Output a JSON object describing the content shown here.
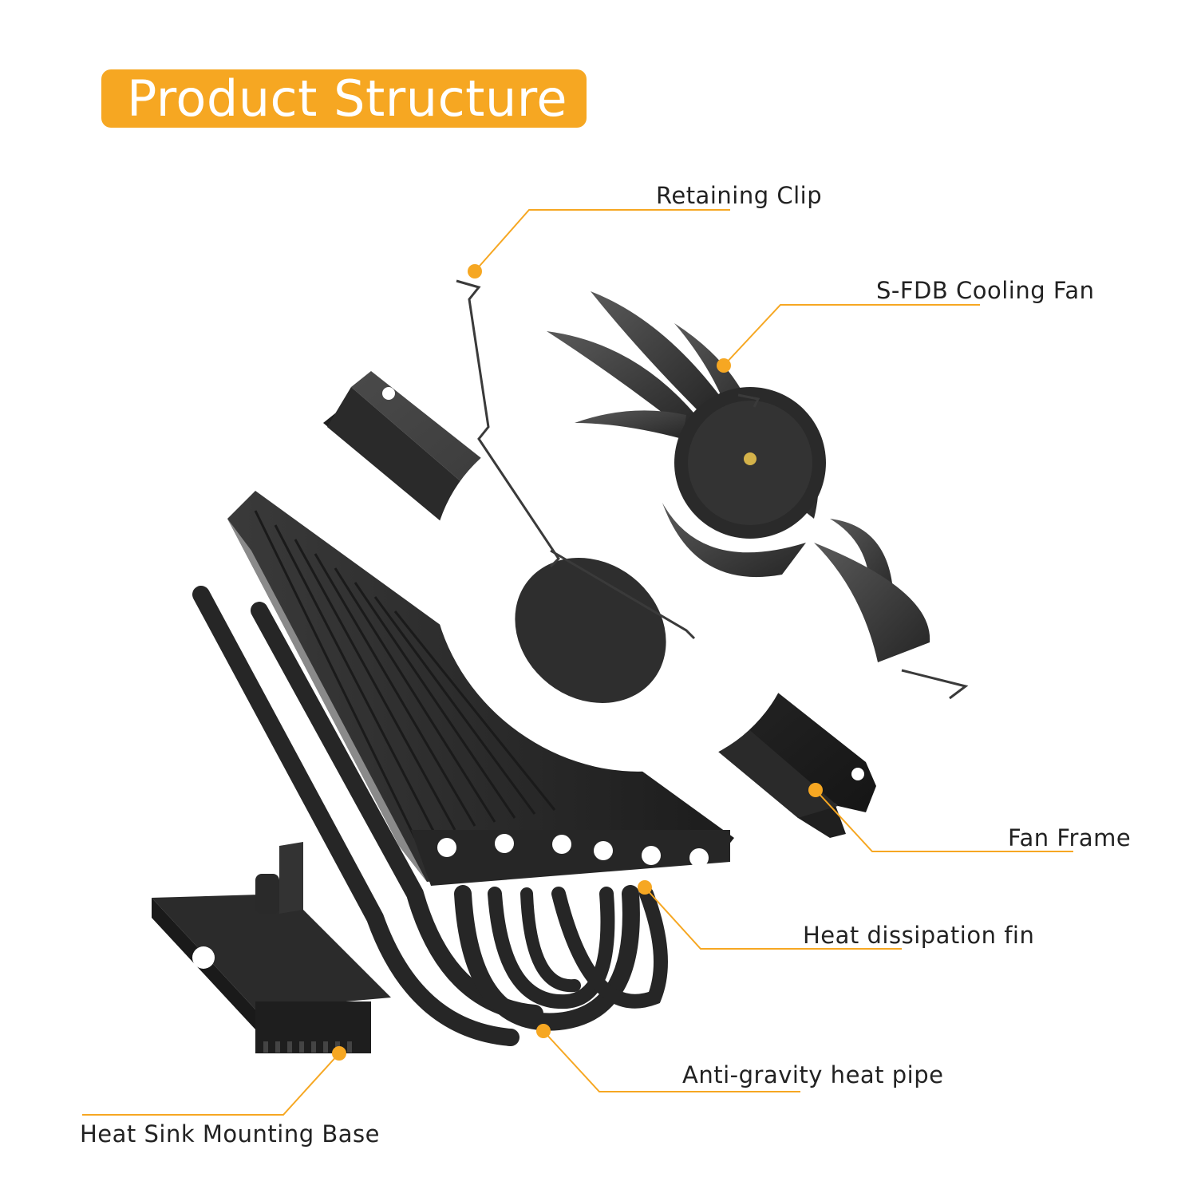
{
  "title": "Product Structure",
  "accent_color": "#F6A722",
  "labels": {
    "retaining_clip": "Retaining Clip",
    "cooling_fan": "S-FDB Cooling Fan",
    "fan_frame": "Fan Frame",
    "heat_fin": "Heat dissipation fin",
    "heat_pipe": "Anti-gravity heat pipe",
    "mounting_base": "Heat Sink Mounting Base"
  }
}
